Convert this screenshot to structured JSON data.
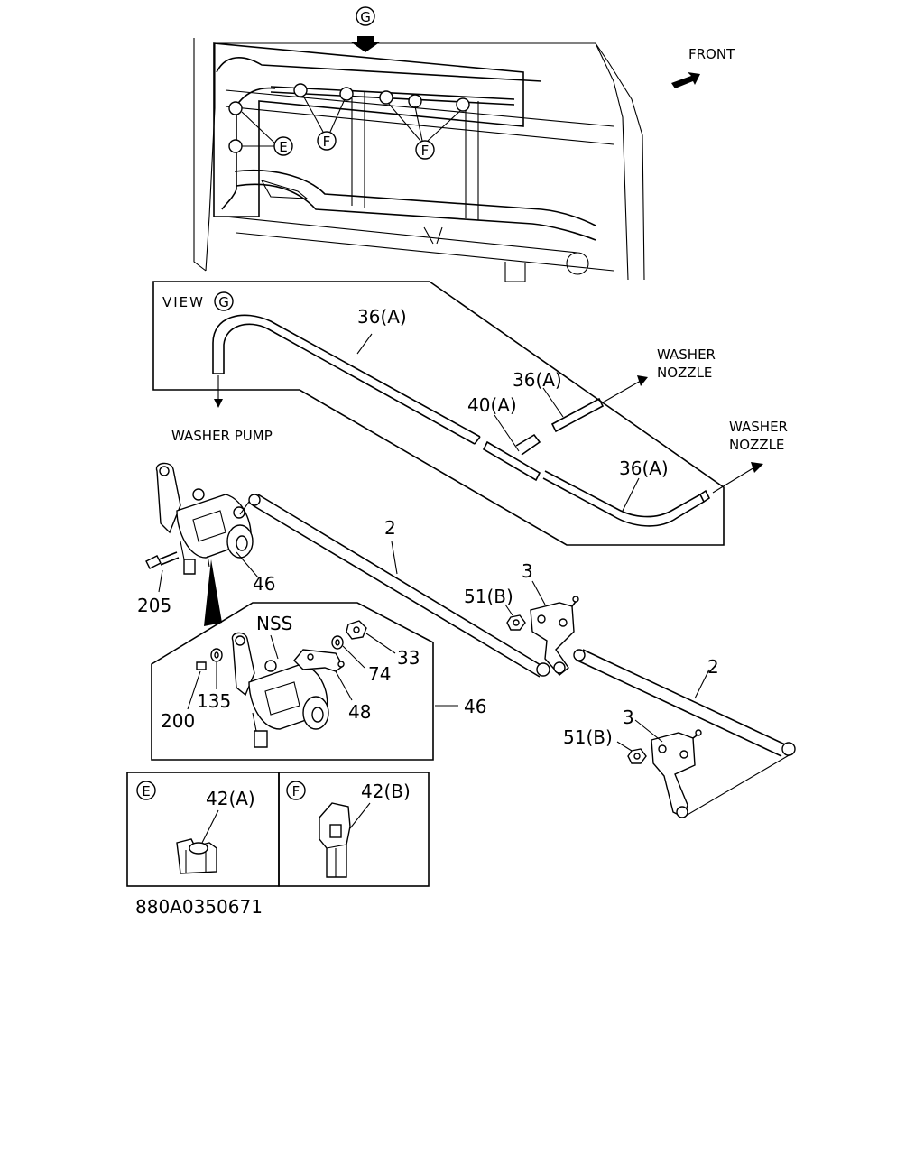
{
  "view_marker": "G",
  "front_label": "FRONT",
  "view_label": "VIEW",
  "washer_pump_label": "WASHER PUMP",
  "washer_nozzle_top": "WASHER",
  "washer_nozzle_bottom": "NOZZLE",
  "callouts": {
    "e": "E",
    "f": "F",
    "hose_36a": "36(A)",
    "joint_40a": "40(A)",
    "link_2": "2",
    "pivot_3": "3",
    "nut_51b": "51(B)",
    "motor_46": "46",
    "bolt_205": "205",
    "nss": "NSS",
    "nut_33": "33",
    "washer_74": "74",
    "bracket_48": "48",
    "washer_135": "135",
    "pin_200": "200",
    "clip_42a": "42(A)",
    "clip_42b": "42(B)"
  },
  "diagram_code": "880A0350671"
}
